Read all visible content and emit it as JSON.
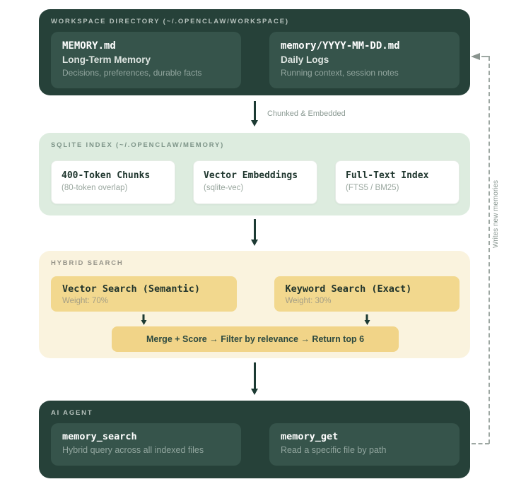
{
  "palette": {
    "panel_dark": "#264139",
    "panel_dark_card": "#36544b",
    "panel_green": "#ddecdf",
    "panel_cream": "#faf3de",
    "card_yellow": "#f2d88e",
    "arrow": "#1c3a33",
    "dashed_connector": "#9da7a2"
  },
  "workspace": {
    "header": "WORKSPACE DIRECTORY (~/.OPENCLAW/WORKSPACE)",
    "cards": [
      {
        "title": "MEMORY.md",
        "subtitle": "Long-Term Memory",
        "desc": "Decisions, preferences, durable facts"
      },
      {
        "title": "memory/YYYY-MM-DD.md",
        "subtitle": "Daily Logs",
        "desc": "Running context, session notes"
      }
    ]
  },
  "arrow1": {
    "label": "Chunked & Embedded"
  },
  "sqlite": {
    "header": "SQLITE INDEX (~/.OPENCLAW/MEMORY)",
    "cards": [
      {
        "title": "400-Token Chunks",
        "subtitle": "(80-token overlap)"
      },
      {
        "title": "Vector Embeddings",
        "subtitle": "(sqlite-vec)"
      },
      {
        "title": "Full-Text Index",
        "subtitle": "(FTS5 / BM25)"
      }
    ]
  },
  "hybrid": {
    "header": "HYBRID SEARCH",
    "cards": [
      {
        "title": "Vector Search (Semantic)",
        "subtitle": "Weight: 70%"
      },
      {
        "title": "Keyword Search (Exact)",
        "subtitle": "Weight: 30%"
      }
    ],
    "merge_label": "Merge + Score → Filter by relevance → Return top 6"
  },
  "agent": {
    "header": "AI AGENT",
    "cards": [
      {
        "title": "memory_search",
        "subtitle": "Hybrid query across all indexed files"
      },
      {
        "title": "memory_get",
        "subtitle": "Read a specific file by path"
      }
    ]
  },
  "feedback": {
    "label": "Writes new memories"
  }
}
